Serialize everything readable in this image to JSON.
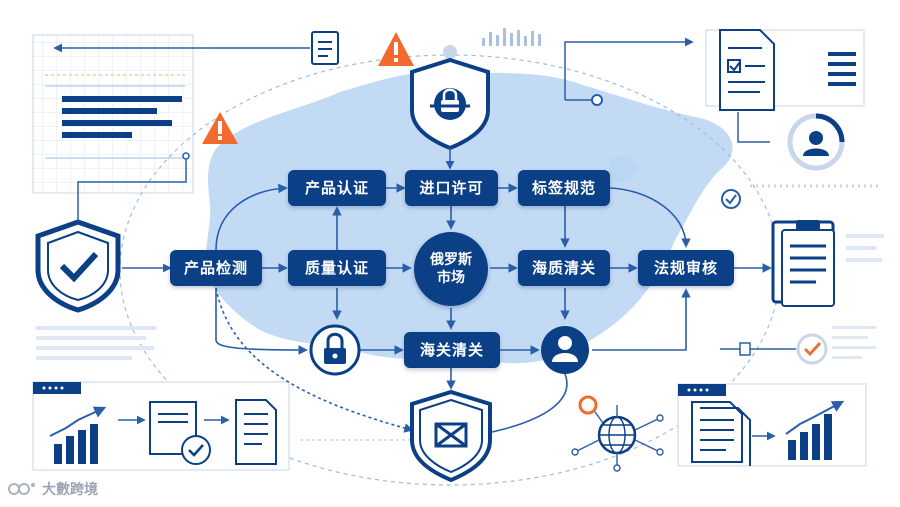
{
  "colors": {
    "primary": "#0b3f86",
    "map": "#b9d4f3",
    "line": "#2a5ea8",
    "warning": "#f26a2e",
    "check": "#e8743b"
  },
  "nodes": {
    "product_cert": "产品认证",
    "import_license": "进口许可",
    "label_spec": "标签规范",
    "product_test": "产品检测",
    "quality_cert": "质量认证",
    "sea_quality": "海质清关",
    "law_review": "法规审核",
    "customs": "海关清关"
  },
  "center": {
    "line1": "俄罗斯",
    "line2": "市场"
  },
  "watermark": {
    "text": "大數跨境"
  },
  "icons": {
    "warning": "warning-icon",
    "shield_check": "shield-check-icon",
    "shield_lock": "shield-lock-icon",
    "lock": "lock-icon",
    "user": "user-icon",
    "document": "document-icon",
    "clipboard": "clipboard-icon",
    "chart": "bar-chart-icon",
    "globe": "globe-network-icon"
  }
}
